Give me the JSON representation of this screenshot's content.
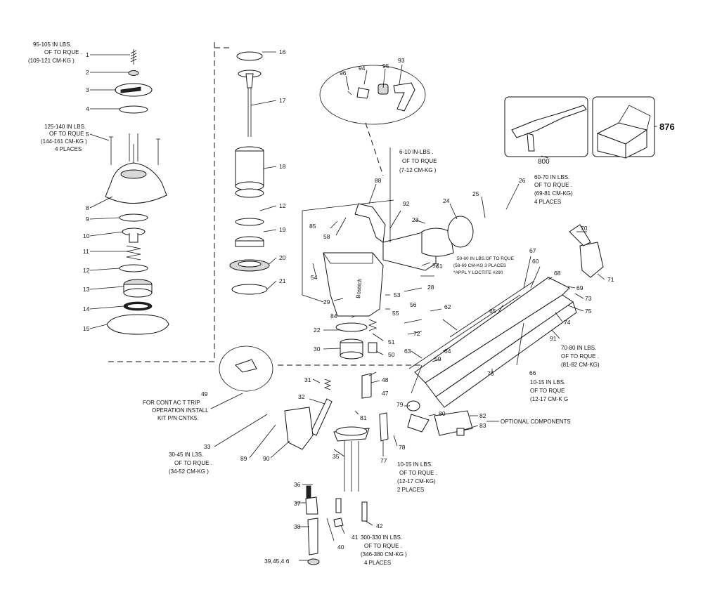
{
  "callouts": {
    "c1": "1",
    "c2": "2",
    "c3": "3",
    "c4": "4",
    "c5": "5",
    "c8": "8",
    "c9": "9",
    "c10": "10",
    "c11": "11",
    "c12a": "12",
    "c13": "13",
    "c14": "14",
    "c15": "15",
    "c16": "16",
    "c17": "17",
    "c18": "18",
    "c12b": "12",
    "c19": "19",
    "c20": "20",
    "c21": "21",
    "c22": "22",
    "c23": "23",
    "c24": "24",
    "c25": "25",
    "c26": "26",
    "c28": "28",
    "c29": "29",
    "c30": "30",
    "c31": "31",
    "c32": "32",
    "c33": "33",
    "c35": "35",
    "c36": "36",
    "c37": "37",
    "c38": "38",
    "c3945": "39,45,4 6",
    "c40": "40",
    "c41": "41",
    "c42": "42",
    "c47": "47",
    "c48": "48",
    "c49": "49",
    "c50": "50",
    "c51": "51",
    "c53": "53",
    "c54": "54",
    "c55": "55",
    "c56": "56",
    "c57": "57",
    "c58": "58",
    "c59": "59",
    "c60": "60",
    "c61": "61",
    "c62": "62",
    "c63": "63",
    "c64": "64",
    "c65": "65",
    "c66": "66",
    "c67": "67",
    "c68": "68",
    "c69": "69",
    "c70": "70",
    "c71": "71",
    "c72": "72",
    "c73": "73",
    "c74": "74",
    "c75": "75",
    "c76": "76",
    "c77": "77",
    "c78": "78",
    "c79": "79",
    "c80": "80",
    "c81": "81",
    "c82": "82",
    "c83": "83",
    "c84": "84",
    "c85": "85",
    "c88": "88",
    "c89": "89",
    "c90": "90",
    "c91": "91",
    "c92": "92",
    "c93": "93",
    "c94": "94",
    "c95": "95",
    "c96": "96",
    "c800": "800",
    "c876": "876"
  },
  "notes": {
    "n1": [
      "95-105 IN LBS.",
      "OF TO RQUE .",
      "(109-121 CM-KG )"
    ],
    "n5": [
      "125-140 IN LBS.",
      "OF TO RQUE .",
      "(144-161 CM-KG   )",
      "4 PLACES"
    ],
    "n88": [
      "6-10 IN-LBS  .",
      "OF TO RQUE",
      "(7-12 CM-KG  )"
    ],
    "n26": [
      "60-70 IN LBS.",
      "OF TO RQUE .",
      "(69-81 CM-KG)",
      "4 PLACES"
    ],
    "n23": [
      "50-60 IN LBS.OF    TO RQUE",
      "(58-69 CM-KG 3 PLACES",
      "*APPL Y LOCTITE #290"
    ],
    "n91": [
      "70-80 IN LBS.",
      "OF TO RQUE .",
      "(81-82 CM-KG)"
    ],
    "n66": [
      "10-15 IN LBS.",
      "OF TO RQUE",
      "(12-17 CM-K  G"
    ],
    "n49": [
      "FOR CONT   AC T TRIP",
      "OPERATION INSTALL",
      "KIT P/N CNTK5."
    ],
    "n33": [
      "30-45 IN L3S.",
      "OF TO RQUE .",
      "(34-52 CM-KG  )"
    ],
    "n77": [
      "10-15 IN LBS.",
      "OF TO RQUE .",
      "(12-17 CM-KG)",
      "2 PLACES"
    ],
    "n42": [
      "300-330 IN LBS.",
      "OF TO RQUE .",
      "(346-380 CM-KG   )",
      "4 PLACES"
    ],
    "optional": "OPTIONAL   COMPONENTS",
    "brand": "Bostitch"
  }
}
